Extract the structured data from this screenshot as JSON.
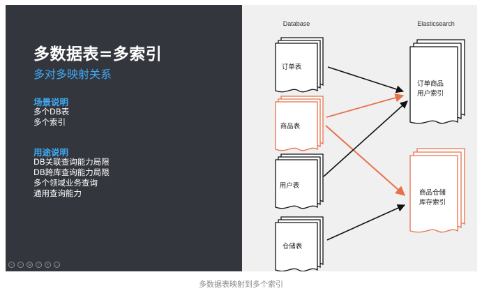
{
  "slide": {
    "title": "多数据表=多索引",
    "subtitle": "多对多映射关系",
    "section1": {
      "title": "场景说明",
      "items": [
        "多个DB表",
        "多个索引"
      ]
    },
    "section2": {
      "title": "用途说明",
      "items": [
        "DB关联查询能力局限",
        "DB跨库查询能力局限",
        "多个领域业务查询",
        "通用查询能力"
      ]
    }
  },
  "diagram": {
    "db_header": "Database",
    "es_header": "Elasticsearch",
    "db_tables": [
      "订单表",
      "商品表",
      "用户表",
      "仓储表"
    ],
    "es_indexes": [
      [
        "订单商品",
        "用户索引"
      ],
      [
        "商品仓储",
        "库存索引"
      ]
    ],
    "colors": {
      "black": "#111111",
      "highlight": "#e8704a"
    }
  },
  "controls": [
    "prev-icon",
    "next-icon",
    "menu-icon",
    "pen-icon",
    "zoom-icon",
    "more-icon"
  ],
  "caption": "多数据表映射到多个索引"
}
